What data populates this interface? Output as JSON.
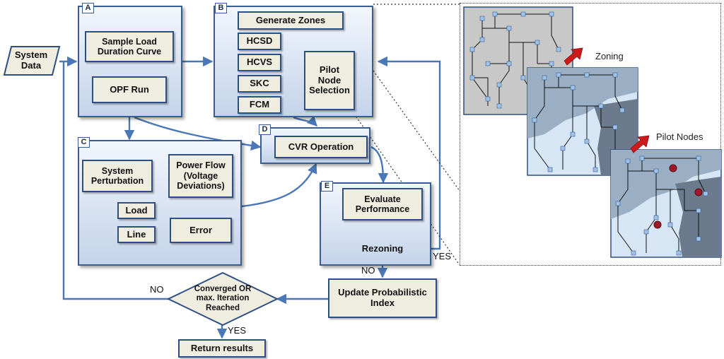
{
  "inputs": {
    "system_data": "System Data"
  },
  "panels": {
    "a": {
      "label": "A",
      "sample_load": "Sample Load Duration Curve",
      "opf_run": "OPF Run"
    },
    "b": {
      "label": "B",
      "generate_zones": "Generate Zones",
      "hcsd": "HCSD",
      "hcvs": "HCVS",
      "skc": "SKC",
      "fcm": "FCM",
      "pilot_selection": "Pilot Node Selection"
    },
    "c": {
      "label": "C",
      "system_perturbation": "System Perturbation",
      "power_flow": "Power Flow (Voltage Deviations)",
      "load": "Load",
      "line": "Line",
      "error": "Error"
    },
    "d": {
      "label": "D",
      "cvr_operation": "CVR Operation"
    },
    "e": {
      "label": "E",
      "evaluate_performance": "Evaluate Performance",
      "rezoning": "Rezoning"
    }
  },
  "nodes": {
    "update_index": "Update Probabilistic Index",
    "converged": "Converged OR max. Iteration Reached",
    "return_results": "Return results"
  },
  "flow_labels": {
    "yes_right": "YES",
    "no_rezone": "NO",
    "no_left": "NO",
    "yes_down": "YES"
  },
  "inset": {
    "zoning": "Zoning",
    "pilot_nodes": "Pilot Nodes"
  },
  "colors": {
    "arrow": "#4a78b6",
    "panel_border": "#3a5c8f",
    "box_fill": "#eeede0",
    "marker_red": "#cc1a1a",
    "pilot_node": "#a0182a"
  }
}
